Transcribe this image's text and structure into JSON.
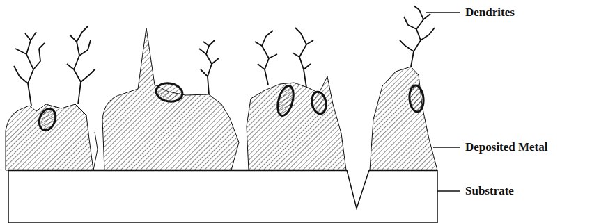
{
  "diagram": {
    "labels": [
      "Dendrites",
      "Deposited Metal",
      "Substrate"
    ]
  }
}
